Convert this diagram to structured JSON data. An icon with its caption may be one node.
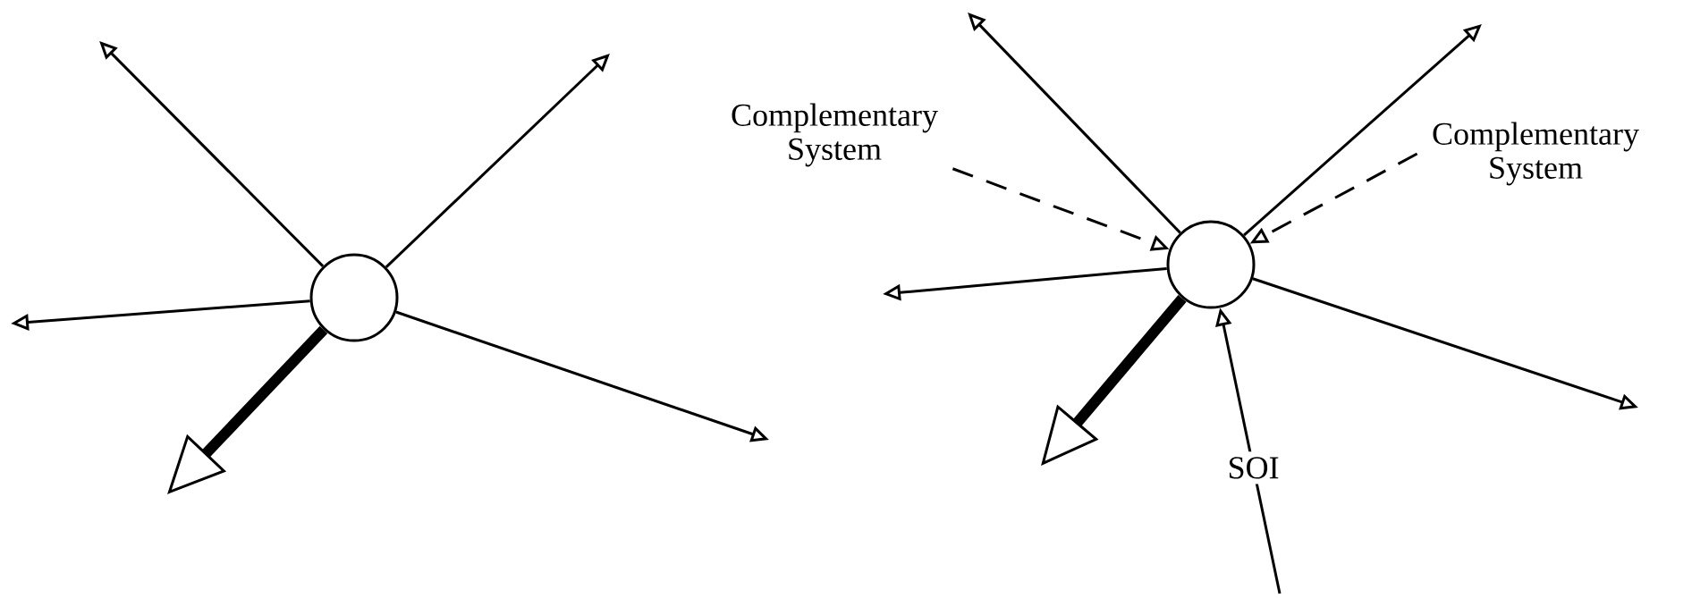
{
  "diagram": {
    "nodes": [
      {
        "text": [],
        "shape": "circle"
      },
      {
        "text": [],
        "shape": "circle"
      },
      {
        "text": [
          "Complementary System"
        ]
      },
      {
        "text": [
          "Complementary System"
        ]
      }
    ],
    "edges": [
      {
        "from": 0,
        "to": null,
        "arrow": "to"
      },
      {
        "from": 0,
        "to": null,
        "arrow": "to"
      },
      {
        "from": 0,
        "to": null,
        "arrow": "to"
      },
      {
        "from": 0,
        "to": null,
        "arrow": "to"
      },
      {
        "from": 0,
        "to": null,
        "arrow": "to",
        "style": "thick"
      },
      {
        "from": 1,
        "to": null,
        "arrow": "to"
      },
      {
        "from": 1,
        "to": null,
        "arrow": "to"
      },
      {
        "from": 1,
        "to": null,
        "arrow": "to"
      },
      {
        "from": 1,
        "to": null,
        "arrow": "to"
      },
      {
        "from": 1,
        "to": null,
        "arrow": "to",
        "style": "thick"
      },
      {
        "from": 2,
        "to": 1,
        "arrow": "to",
        "style": "dashed"
      },
      {
        "from": 3,
        "to": 1,
        "arrow": "to",
        "style": "dashed"
      },
      {
        "from": null,
        "to": 1,
        "arrow": "to",
        "label": "SOI"
      }
    ]
  }
}
